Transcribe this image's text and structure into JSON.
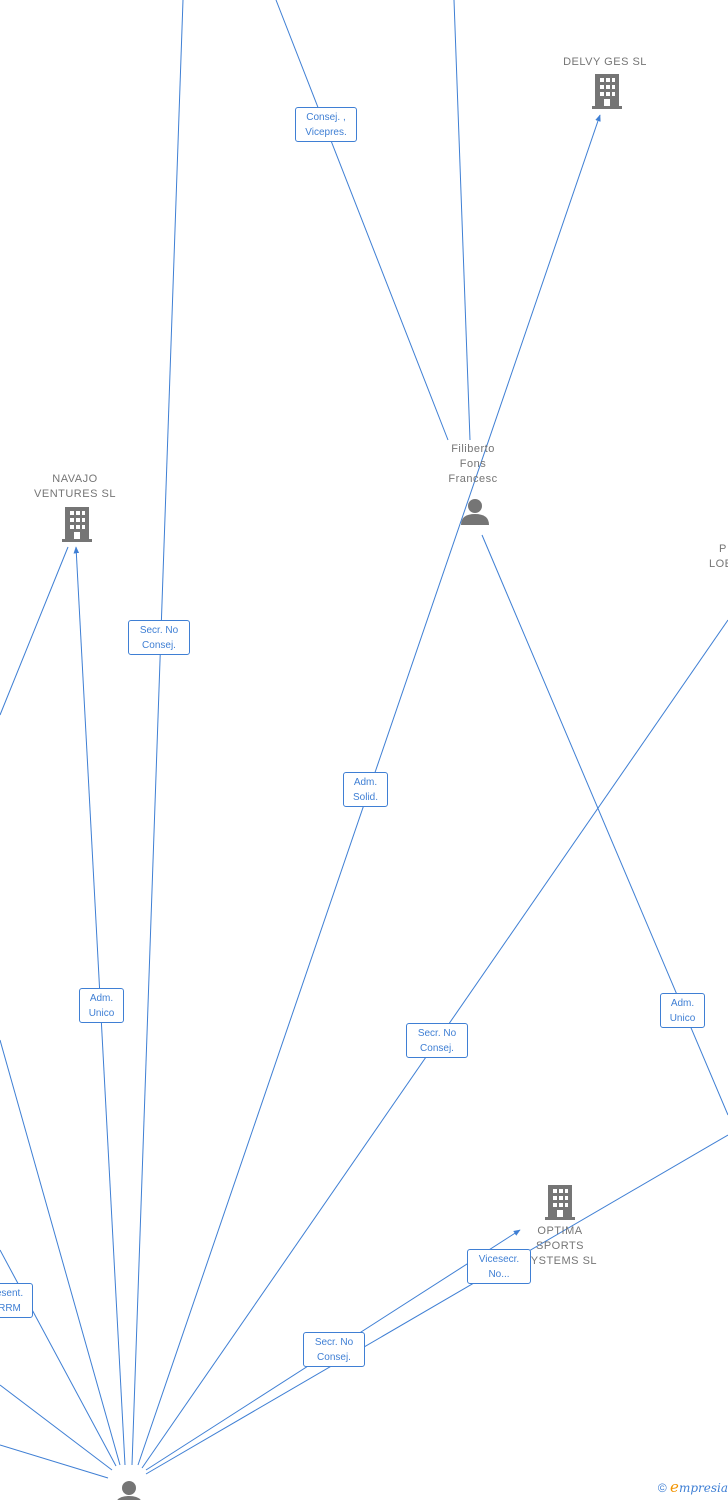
{
  "companies": [
    {
      "id": "delvy",
      "lines": [
        "DELVY GES SL"
      ]
    },
    {
      "id": "navajo",
      "lines": [
        "NAVAJO",
        "VENTURES SL"
      ]
    },
    {
      "id": "optima",
      "lines": [
        "OPTIMA",
        "SPORTS",
        "SYSTEMS SL"
      ]
    },
    {
      "id": "edge",
      "lines": [
        "P",
        "LOE"
      ]
    }
  ],
  "persons": [
    {
      "id": "filiberto",
      "lines": [
        "Filiberto",
        "Fons",
        "Francesc"
      ]
    },
    {
      "id": "bottom",
      "lines": []
    }
  ],
  "roles": [
    {
      "id": "r1",
      "lines": [
        "Consej. ,",
        "Vicepres."
      ]
    },
    {
      "id": "r2",
      "lines": [
        "Secr. No",
        "Consej."
      ]
    },
    {
      "id": "r3",
      "lines": [
        "Adm.",
        "Solid."
      ]
    },
    {
      "id": "r4",
      "lines": [
        "Adm.",
        "Unico"
      ]
    },
    {
      "id": "r5",
      "lines": [
        "Secr. No",
        "Consej."
      ]
    },
    {
      "id": "r6",
      "lines": [
        "Adm.",
        "Unico"
      ]
    },
    {
      "id": "r7",
      "lines": [
        "Vicesecr.",
        "No..."
      ]
    },
    {
      "id": "r8",
      "lines": [
        "Secr. No",
        "Consej."
      ]
    },
    {
      "id": "r9",
      "lines": [
        "esent.",
        "RRM"
      ]
    }
  ],
  "footer": {
    "copyright": "©",
    "brand_e": "e",
    "brand_rest": "mpresia"
  },
  "colors": {
    "edge": "#3f7fd4",
    "icon": "#757575",
    "label": "#757575"
  }
}
